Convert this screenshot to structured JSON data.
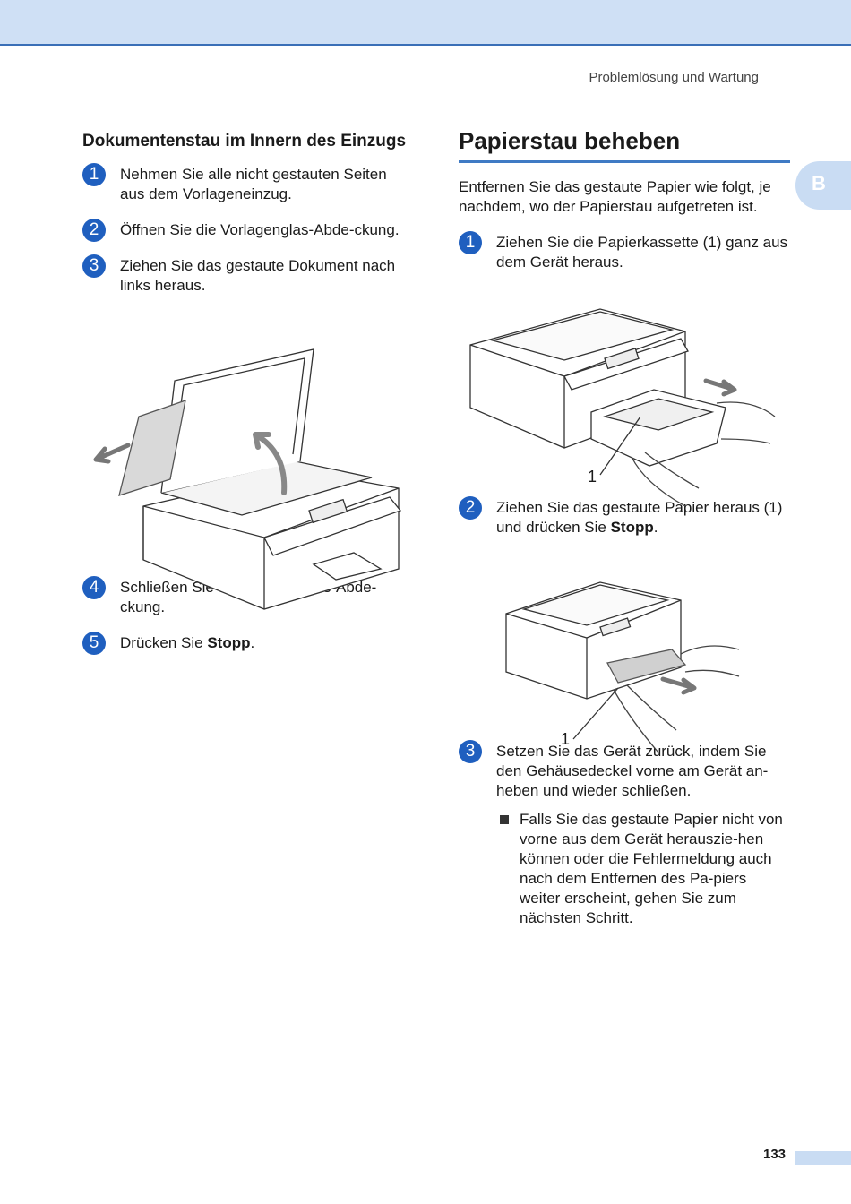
{
  "header": {
    "running_title": "Problemlösung und Wartung"
  },
  "side_tab": {
    "label": "B"
  },
  "left": {
    "heading": "Dokumentenstau im Innern des Einzugs",
    "steps": [
      {
        "num": "1",
        "text": "Nehmen Sie alle nicht gestauten Seiten aus dem Vorlageneinzug."
      },
      {
        "num": "2",
        "text": "Öffnen Sie die Vorlagenglas-Abde-ckung."
      },
      {
        "num": "3",
        "text": "Ziehen Sie das gestaute Dokument nach links heraus."
      },
      {
        "num": "4",
        "text": "Schließen Sie die Vorlagenglas-Abde-ckung."
      },
      {
        "num": "5",
        "text_before": "Drücken Sie ",
        "bold": "Stopp",
        "text_after": "."
      }
    ]
  },
  "right": {
    "heading": "Papierstau beheben",
    "intro": "Entfernen Sie das gestaute Papier wie folgt, je nachdem, wo der Papierstau aufgetreten ist.",
    "steps": [
      {
        "num": "1",
        "text": "Ziehen Sie die Papierkassette (1) ganz aus dem Gerät heraus."
      },
      {
        "num": "2",
        "text_before": "Ziehen Sie das gestaute Papier heraus (1) und drücken Sie ",
        "bold": "Stopp",
        "text_after": "."
      },
      {
        "num": "3",
        "text": "Setzen Sie das Gerät zurück, indem Sie den Gehäusedeckel vorne am Gerät an-heben und wieder schließen."
      }
    ],
    "bullet": "Falls Sie das gestaute Papier nicht von vorne aus dem Gerät herauszie-hen können oder die Fehlermeldung auch nach dem Entfernen des Pa-piers weiter erscheint, gehen Sie zum nächsten Schritt."
  },
  "figures": {
    "tray_callout": "1",
    "paper_callout": "1"
  },
  "footer": {
    "page_number": "133"
  }
}
